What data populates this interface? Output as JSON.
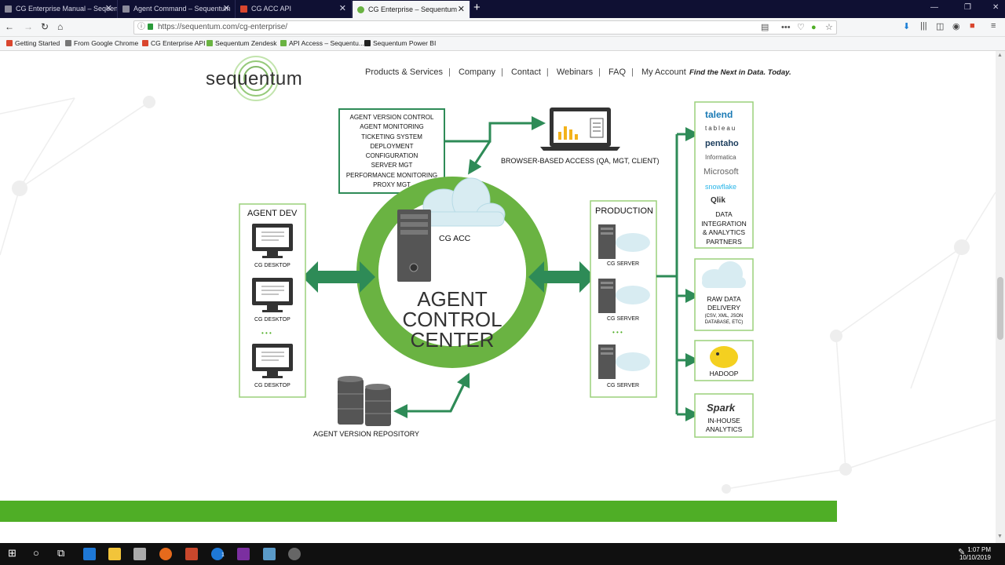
{
  "tabs": [
    {
      "title": "CG Enterprise Manual – Sequen"
    },
    {
      "title": "Agent Command – Sequentum"
    },
    {
      "title": "CG ACC API"
    },
    {
      "title": "CG Enterprise – Sequentum"
    }
  ],
  "url": "https://sequentum.com/cg-enterprise/",
  "bookmarks": [
    {
      "label": "Getting Started",
      "color": "#d9462e"
    },
    {
      "label": "From Google Chrome",
      "color": "#777777"
    },
    {
      "label": "CG Enterprise API",
      "color": "#d9462e"
    },
    {
      "label": "Sequentum Zendesk",
      "color": "#6ab342"
    },
    {
      "label": "API Access – Sequentu...",
      "color": "#6ab342"
    },
    {
      "label": "Sequentum Power BI",
      "color": "#222222"
    }
  ],
  "site": {
    "logo": "sequentum",
    "menu": [
      "Products & Services",
      "Company",
      "Contact",
      "Webinars",
      "FAQ",
      "My Account"
    ],
    "tagline": "Find the Next in Data. Today."
  },
  "diagram": {
    "features": [
      "AGENT VERSION CONTROL",
      "AGENT MONITORING",
      "TICKETING SYSTEM",
      "DEPLOYMENT",
      "CONFIGURATION",
      "SERVER MGT",
      "PERFORMANCE MONITORING",
      "PROXY MGT"
    ],
    "browser_label": "BROWSER-BASED ACCESS (QA, MGT, CLIENT)",
    "cg_acc": "CG ACC",
    "center_title_1": "AGENT",
    "center_title_2": "CONTROL",
    "center_title_3": "CENTER",
    "agent_dev": "AGENT DEV",
    "desktop_label": "CG DESKTOP",
    "production": "PRODUCTION",
    "server_label": "CG SERVER",
    "ellipsis": "• • •",
    "repository": "AGENT VERSION REPOSITORY",
    "partners": [
      "talend",
      "tableau",
      "pentaho",
      "Informatica",
      "Microsoft",
      "snowflake",
      "Qlik"
    ],
    "partners_caption": [
      "DATA",
      "INTEGRATION",
      "& ANALYTICS",
      "PARTNERS"
    ],
    "raw_title": [
      "RAW DATA",
      "DELIVERY"
    ],
    "raw_sub": [
      "(CSV, XML, JSON",
      "DATABASE, ETC)"
    ],
    "hadoop": "HADOOP",
    "spark": "Spark",
    "spark_caption": [
      "IN-HOUSE",
      "ANALYTICS"
    ]
  },
  "taskbar": {
    "time": "1:07 PM",
    "date": "10/10/2019",
    "skype_badge": "1"
  },
  "colors": {
    "brand_green": "#4fae26",
    "dark_green": "#2e8b57",
    "ring_green": "#6ab342"
  }
}
